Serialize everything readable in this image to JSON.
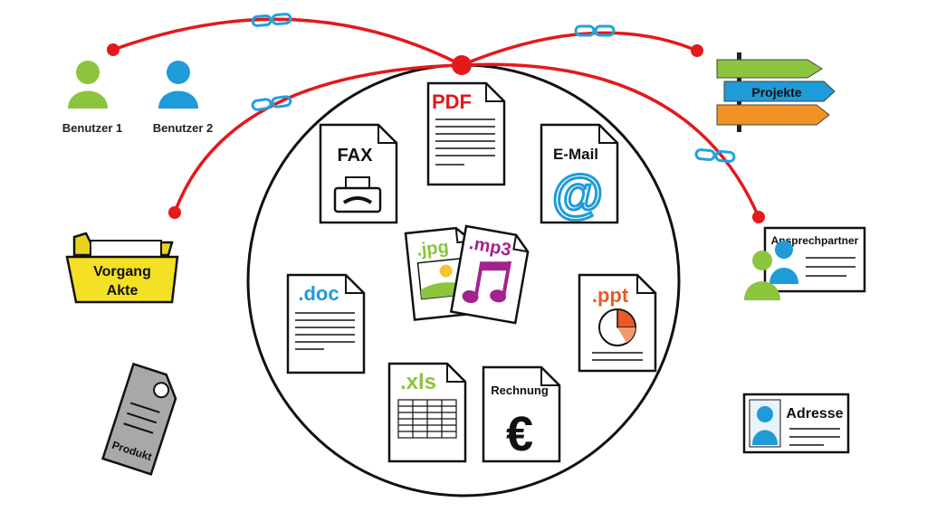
{
  "colors": {
    "link_line": "#e3191b",
    "link_icon": "#1ea3dd",
    "user1": "#8cc43e",
    "user2": "#1f9bd7",
    "folder": "#f4e025",
    "pdf": "#e3191b",
    "email": "#1f9bd7",
    "doc": "#1f9bd7",
    "xls": "#8cc43e",
    "jpg": "#8cc43e",
    "mp3": "#a3238e",
    "ppt": "#e85a26",
    "sign_green": "#8cc43e",
    "sign_blue": "#1f9bd7",
    "sign_orange": "#f29124",
    "tag": "#a8a8a8"
  },
  "users": [
    {
      "label": "Benutzer 1"
    },
    {
      "label": "Benutzer 2"
    }
  ],
  "folder": {
    "line1": "Vorgang",
    "line2": "Akte"
  },
  "product": {
    "label": "Produkt"
  },
  "signpost": {
    "label": "Projekte"
  },
  "contact_card": {
    "label": "Ansprechpartner"
  },
  "address_card": {
    "label": "Adresse"
  },
  "documents": {
    "pdf": "PDF",
    "fax": "FAX",
    "email": "E-Mail",
    "email_symbol": "@",
    "jpg": ".jpg",
    "mp3": ".mp3",
    "doc": ".doc",
    "ppt": ".ppt",
    "xls": ".xls",
    "invoice": "Rechnung",
    "invoice_symbol": "€"
  },
  "icons": {
    "link": "chain-link-icon",
    "fax": "fax-machine-icon",
    "music": "music-note-icon",
    "photo": "landscape-photo-icon",
    "pie": "pie-chart-icon"
  }
}
